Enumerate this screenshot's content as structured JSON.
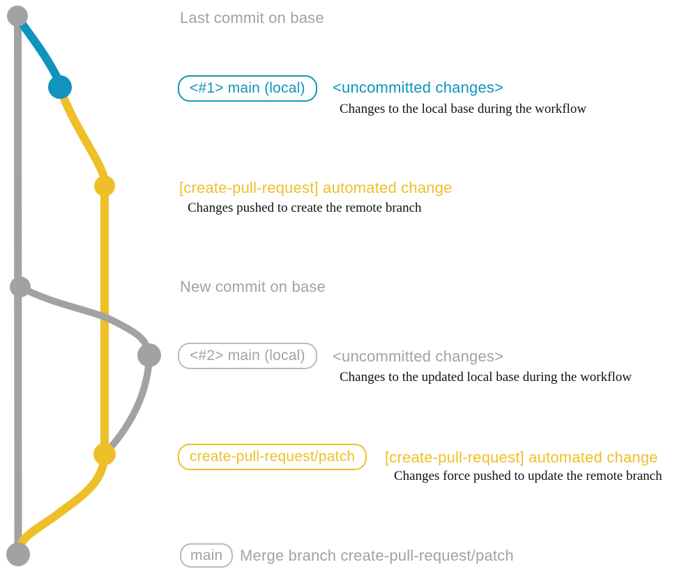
{
  "colors": {
    "background": "#ffffff",
    "gray": "#a2a2a2",
    "gray_border": "#bababa",
    "blue": "#1094bb",
    "yellow": "#efbf2a",
    "ink": "#111111"
  },
  "captions": {
    "last_commit": "Last commit on base",
    "new_commit": "New commit on base"
  },
  "step1": {
    "badge": "<#1> main (local)",
    "heading": "<uncommitted changes>",
    "body": "Changes to the local base during the workflow"
  },
  "step2": {
    "heading": "[create-pull-request] automated change",
    "body": "Changes pushed to create the remote branch"
  },
  "step3": {
    "badge": "<#2> main (local)",
    "heading": "<uncommitted changes>",
    "body": "Changes to the updated local base during the workflow"
  },
  "step4": {
    "badge": "create-pull-request/patch",
    "heading": "[create-pull-request] automated change",
    "body": "Changes force pushed to update the remote branch"
  },
  "step5": {
    "badge": "main",
    "heading": "Merge branch create-pull-request/patch"
  }
}
